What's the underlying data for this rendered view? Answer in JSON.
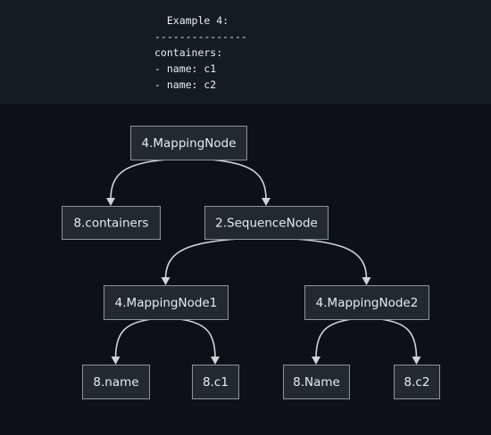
{
  "code": {
    "lines": [
      "  Example 4:",
      "---------------",
      "containers:",
      "- name: c1",
      "- name: c2"
    ]
  },
  "diagram": {
    "nodes": [
      {
        "id": "n_root",
        "label": "4.MappingNode"
      },
      {
        "id": "n_containers",
        "label": "8.containers"
      },
      {
        "id": "n_seq",
        "label": "2.SequenceNode"
      },
      {
        "id": "n_map1",
        "label": "4.MappingNode1"
      },
      {
        "id": "n_map2",
        "label": "4.MappingNode2"
      },
      {
        "id": "n_name",
        "label": "8.name"
      },
      {
        "id": "n_c1",
        "label": "8.c1"
      },
      {
        "id": "n_Name",
        "label": "8.Name"
      },
      {
        "id": "n_c2",
        "label": "8.c2"
      }
    ],
    "edges": [
      {
        "from": "n_root",
        "to": "n_containers"
      },
      {
        "from": "n_root",
        "to": "n_seq"
      },
      {
        "from": "n_seq",
        "to": "n_map1"
      },
      {
        "from": "n_seq",
        "to": "n_map2"
      },
      {
        "from": "n_map1",
        "to": "n_name"
      },
      {
        "from": "n_map1",
        "to": "n_c1"
      },
      {
        "from": "n_map2",
        "to": "n_Name"
      },
      {
        "from": "n_map2",
        "to": "n_c2"
      }
    ]
  }
}
